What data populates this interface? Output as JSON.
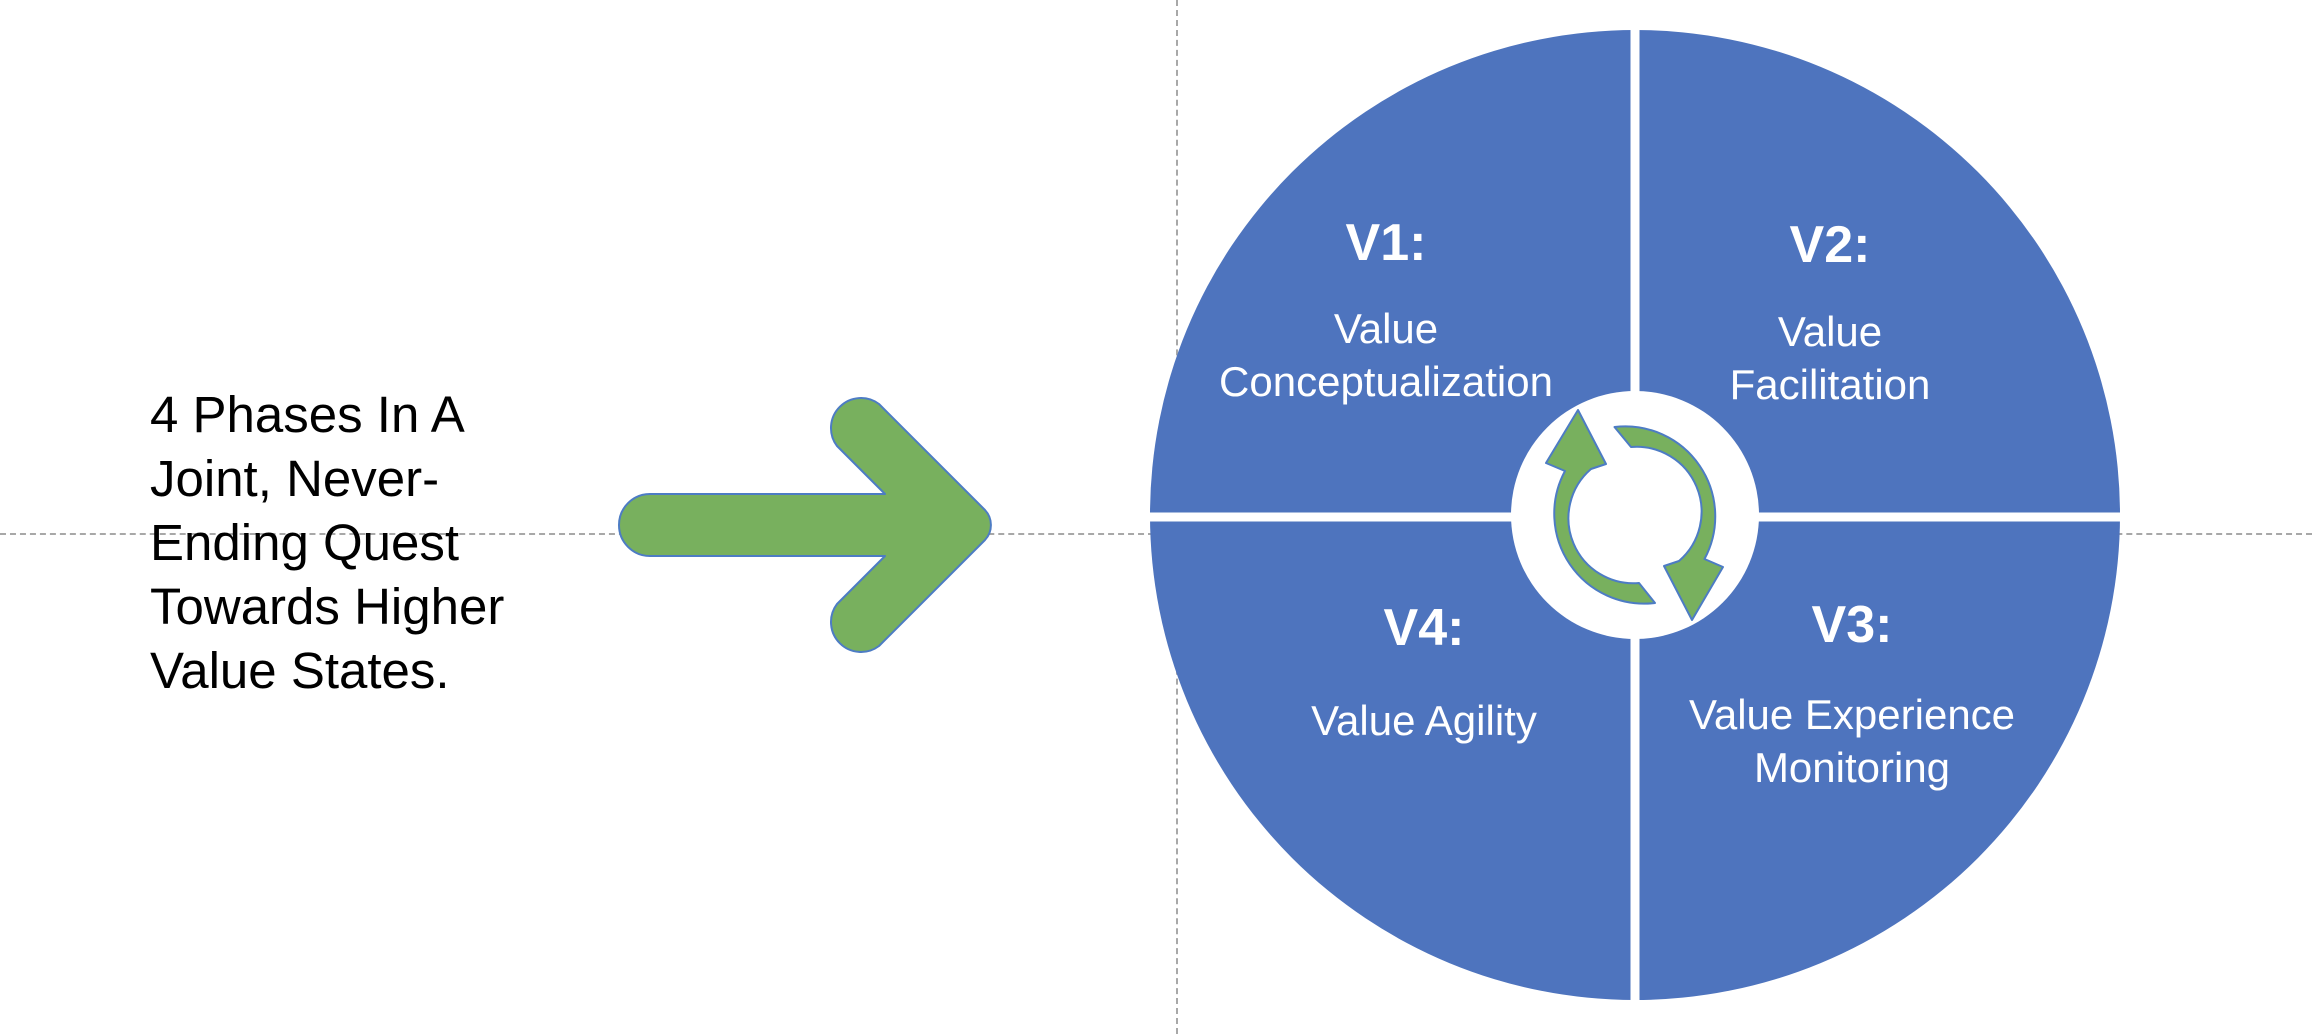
{
  "tagline": {
    "lines": [
      "4 Phases In A",
      "Joint, Never-",
      "Ending Quest",
      "Towards Higher",
      "Value States."
    ]
  },
  "phases": [
    {
      "id": "V1:",
      "name_lines": [
        "Value",
        "Conceptualization"
      ]
    },
    {
      "id": "V2:",
      "name_lines": [
        "Value",
        "Facilitation"
      ]
    },
    {
      "id": "V3:",
      "name_lines": [
        "Value Experience",
        "Monitoring"
      ]
    },
    {
      "id": "V4:",
      "name_lines": [
        "Value Agility"
      ]
    }
  ],
  "colors": {
    "wheel_fill": "#4e74be",
    "arrow_fill": "#78b05e",
    "arrow_stroke": "#4d7cc4",
    "divider": "#ffffff",
    "text_dark": "#000000",
    "text_light": "#ffffff"
  },
  "icons": {
    "pointer_arrow": "right-arrow-icon",
    "cycle": "cycle-arrows-icon"
  }
}
